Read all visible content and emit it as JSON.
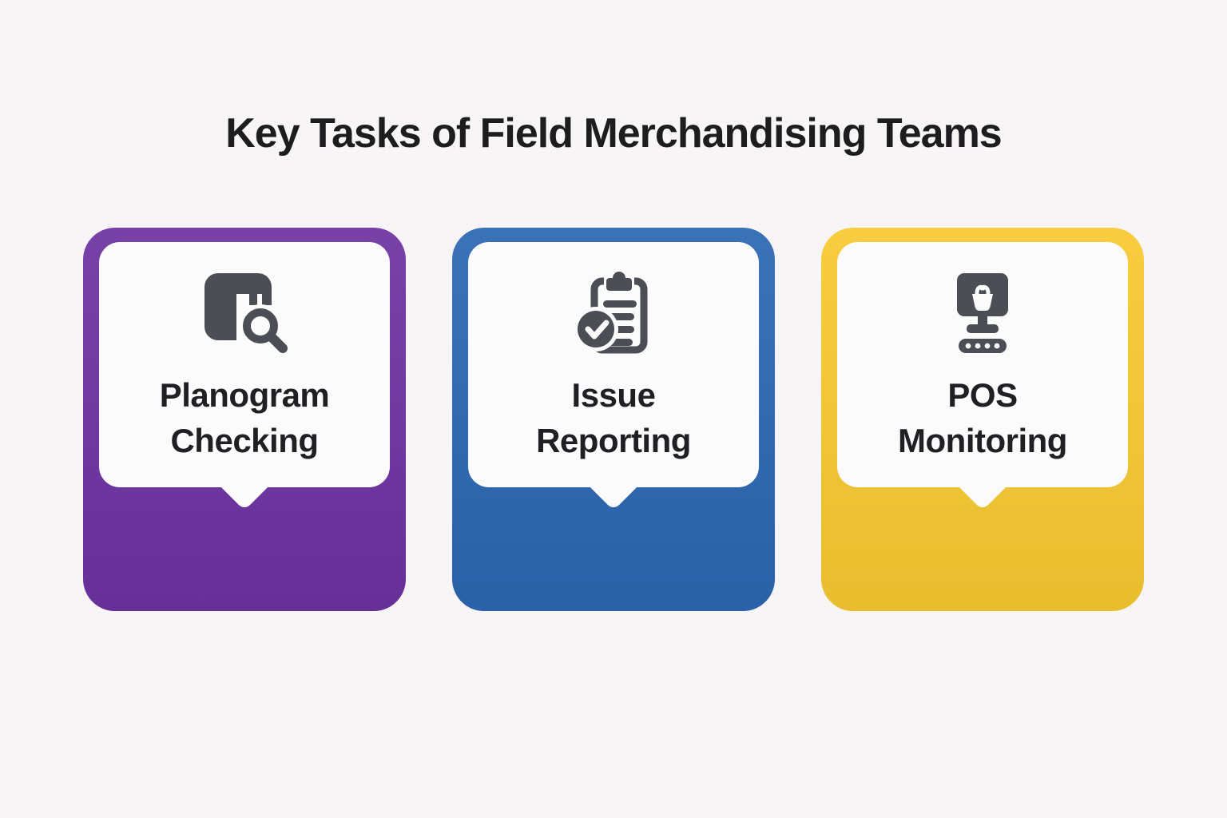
{
  "title": "Key Tasks of Field Merchandising Teams",
  "colors": {
    "background": "#f8f5f7",
    "texture_dot": "#f2e4ec",
    "title_text": "#1d1d20",
    "label_text": "#1f2023",
    "icon": "#4b4e54",
    "bubble": "#fcfbfc",
    "card_purple": "#6d33a2",
    "card_blue": "#2c67b2",
    "card_yellow": "#f7c931"
  },
  "cards": [
    {
      "id": "planogram-checking",
      "lines": [
        "Planogram",
        "Checking"
      ],
      "color": "#6d33a2",
      "icon": "planogram-search-icon"
    },
    {
      "id": "issue-reporting",
      "lines": [
        "Issue",
        "Reporting"
      ],
      "color": "#2c67b2",
      "icon": "clipboard-check-icon"
    },
    {
      "id": "pos-monitoring",
      "lines": [
        "POS",
        "Monitoring"
      ],
      "color": "#f7c931",
      "icon": "pos-terminal-icon"
    }
  ]
}
